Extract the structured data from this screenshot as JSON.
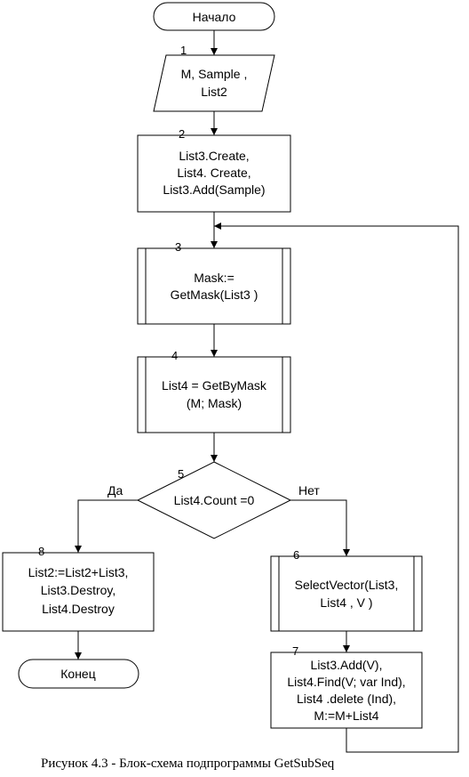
{
  "nodes": {
    "start": {
      "text": "Начало"
    },
    "b1": {
      "num": "1",
      "lines": [
        "M, Sample ,",
        "List2"
      ]
    },
    "b2": {
      "num": "2",
      "lines": [
        "List3.Create,",
        "List4. Create,",
        "List3.Add(Sample)"
      ]
    },
    "b3": {
      "num": "3",
      "lines": [
        "Mask:=",
        "GetMask(List3 )"
      ]
    },
    "b4": {
      "num": "4",
      "lines": [
        "List4 = GetByMask",
        "(M; Mask)"
      ]
    },
    "b5": {
      "num": "5",
      "text": "List4.Count =0"
    },
    "b6": {
      "num": "6",
      "lines": [
        "SelectVector(List3,",
        "List4 , V )"
      ]
    },
    "b7": {
      "num": "7",
      "lines": [
        "List3.Add(V),",
        "List4.Find(V; var Ind),",
        "List4 .delete (Ind),",
        "M:=M+List4"
      ]
    },
    "b8": {
      "num": "8",
      "lines": [
        "List2:=List2+List3,",
        "List3.Destroy,",
        "List4.Destroy"
      ]
    },
    "end": {
      "text": "Конец"
    }
  },
  "branches": {
    "yes": "Да",
    "no": "Нет"
  },
  "caption": "Рисунок 4.3 - Блок-схема подпрограммы GetSubSeq"
}
